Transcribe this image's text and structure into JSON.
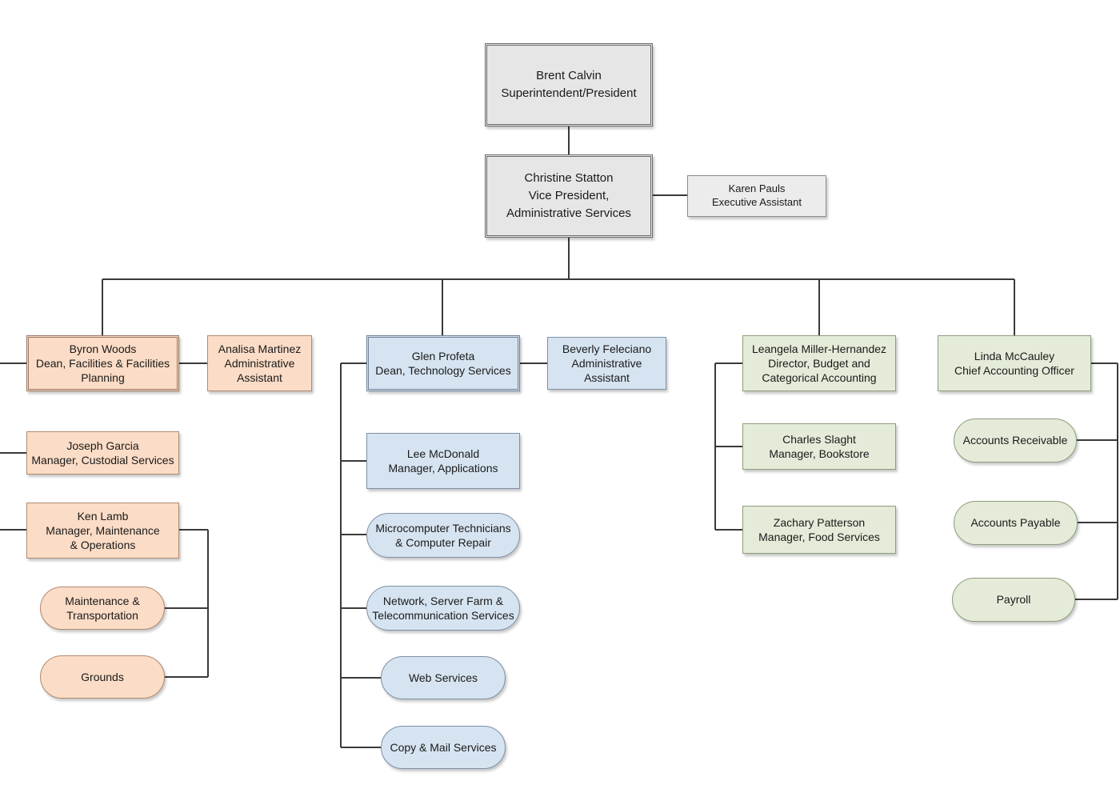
{
  "president": {
    "name": "Brent Calvin",
    "title": "Superintendent/President"
  },
  "vice_president": {
    "name": "Christine Statton",
    "title_1": "Vice President,",
    "title_2": "Administrative Services"
  },
  "exec_assistant": {
    "name": "Karen Pauls",
    "title": "Executive Assistant"
  },
  "facilities": {
    "head": {
      "name": "Byron Woods",
      "title_1": "Dean, Facilities & Facilities",
      "title_2": "Planning"
    },
    "assistant": {
      "name": "Analisa Martinez",
      "title_1": "Administrative",
      "title_2": "Assistant"
    },
    "custodial": {
      "name": "Joseph Garcia",
      "title": "Manager, Custodial Services"
    },
    "maintenance": {
      "name": "Ken Lamb",
      "title_1": "Manager, Maintenance",
      "title_2": "& Operations"
    },
    "units": {
      "maintenance_1": "Maintenance &",
      "maintenance_2": "Transportation",
      "grounds": "Grounds"
    }
  },
  "technology": {
    "head": {
      "name": "Glen Profeta",
      "title": "Dean, Technology Services"
    },
    "assistant": {
      "name": "Beverly Feleciano",
      "title_1": "Administrative",
      "title_2": "Assistant"
    },
    "applications": {
      "name": "Lee McDonald",
      "title": "Manager, Applications"
    },
    "units": {
      "micro_1": "Microcomputer Technicians",
      "micro_2": "& Computer Repair",
      "network_1": "Network, Server Farm &",
      "network_2": "Telecommunication Services",
      "web": "Web Services",
      "copy": "Copy & Mail Services"
    }
  },
  "budget": {
    "head": {
      "name": "Leangela Miller-Hernandez",
      "title_1": "Director, Budget and",
      "title_2": "Categorical Accounting"
    },
    "bookstore": {
      "name": "Charles Slaght",
      "title": "Manager, Bookstore"
    },
    "food": {
      "name": "Zachary Patterson",
      "title": "Manager, Food Services"
    }
  },
  "accounting": {
    "head": {
      "name": "Linda McCauley",
      "title": "Chief Accounting Officer"
    },
    "units": {
      "receivable": "Accounts Receivable",
      "payable": "Accounts Payable",
      "payroll": "Payroll"
    }
  },
  "colors": {
    "executive": "#e6e6e6",
    "facilities": "#fbdcc6",
    "technology": "#d6e4f1",
    "finance": "#e4ecd9",
    "connector": "#3a3a3a"
  }
}
